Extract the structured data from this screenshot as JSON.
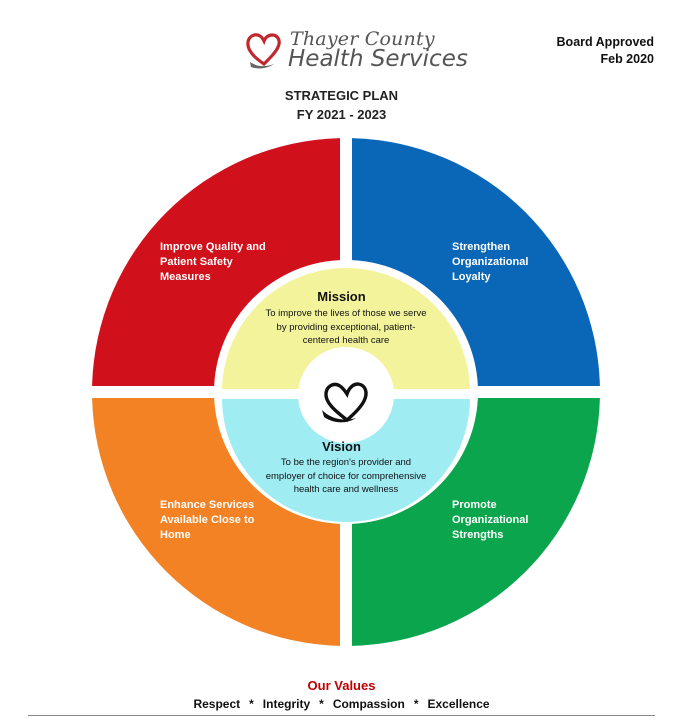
{
  "header": {
    "logo": {
      "line1": "Thayer County",
      "line2": "Health Services",
      "icon": "heart-hand-icon"
    },
    "approval": {
      "line1": "Board Approved",
      "line2": "Feb 2020"
    },
    "title": "STRATEGIC PLAN",
    "subtitle": "FY 2021 - 2023"
  },
  "quadrants": [
    {
      "label": "Improve Quality and Patient Safety Measures",
      "color": "#d0101a"
    },
    {
      "label": "Strengthen Organizational Loyalty",
      "color": "#0a67b8"
    },
    {
      "label": "Enhance Services Available Close to Home",
      "color": "#f28224"
    },
    {
      "label": "Promote Organizational Strengths",
      "color": "#0aa54d"
    }
  ],
  "mission": {
    "title": "Mission",
    "text": "To improve the lives of those we serve by providing exceptional, patient-centered health care",
    "color": "#f3f39c"
  },
  "vision": {
    "title": "Vision",
    "text": "To be the region's provider and employer of choice for comprehensive health care and wellness",
    "color": "#9fedf3"
  },
  "center_icon": "heart-hand-icon",
  "values": {
    "title": "Our Values",
    "items": [
      "Respect",
      "Integrity",
      "Compassion",
      "Excellence"
    ],
    "separator": "*"
  }
}
